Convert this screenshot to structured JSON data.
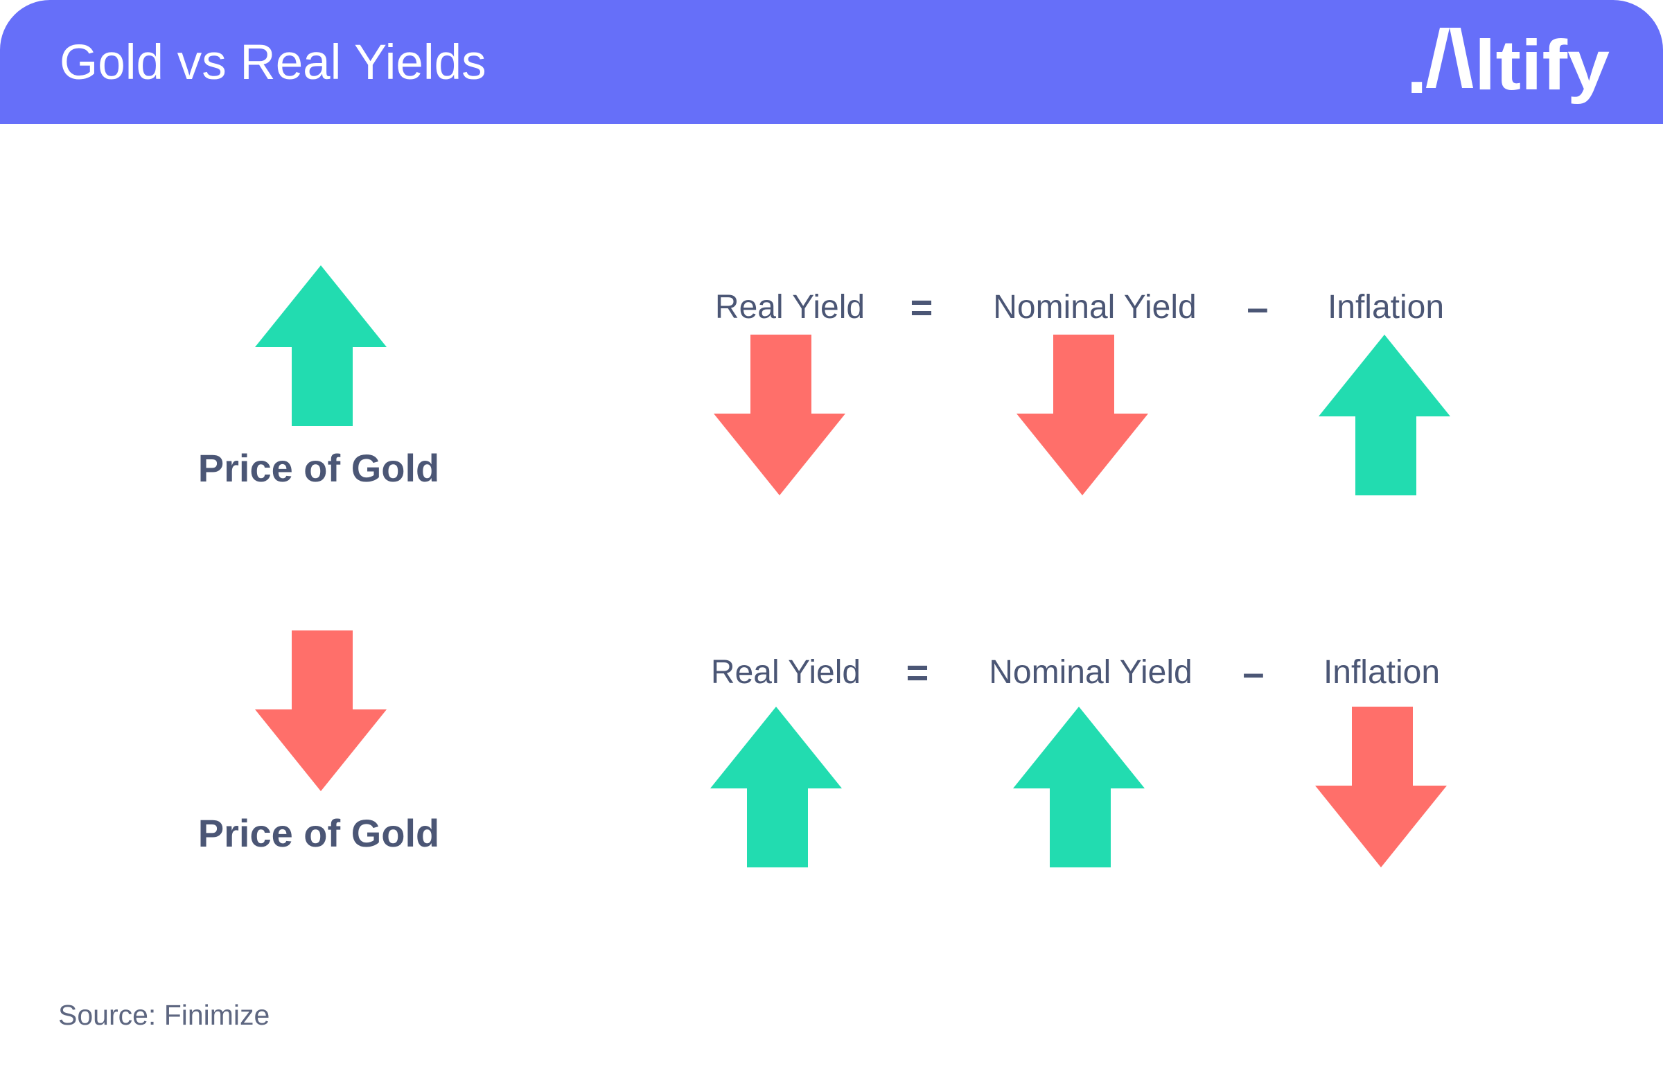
{
  "header": {
    "title": "Gold vs Real Yields",
    "brand": "Altify"
  },
  "colors": {
    "header_bg": "#666ff9",
    "up_arrow": "#22dcb0",
    "down_arrow": "#ff6f6a",
    "text": "#4b5675"
  },
  "rows": [
    {
      "gold_label": "Price of Gold",
      "gold_direction": "up",
      "equation": {
        "real_yield": "Real Yield",
        "equals": "=",
        "nominal_yield": "Nominal Yield",
        "minus": "–",
        "inflation": "Inflation"
      },
      "directions": {
        "real_yield": "down",
        "nominal_yield": "down",
        "inflation": "up"
      }
    },
    {
      "gold_label": "Price of Gold",
      "gold_direction": "down",
      "equation": {
        "real_yield": "Real Yield",
        "equals": "=",
        "nominal_yield": "Nominal Yield",
        "minus": "–",
        "inflation": "Inflation"
      },
      "directions": {
        "real_yield": "up",
        "nominal_yield": "up",
        "inflation": "down"
      }
    }
  ],
  "source": "Source: Finimize"
}
